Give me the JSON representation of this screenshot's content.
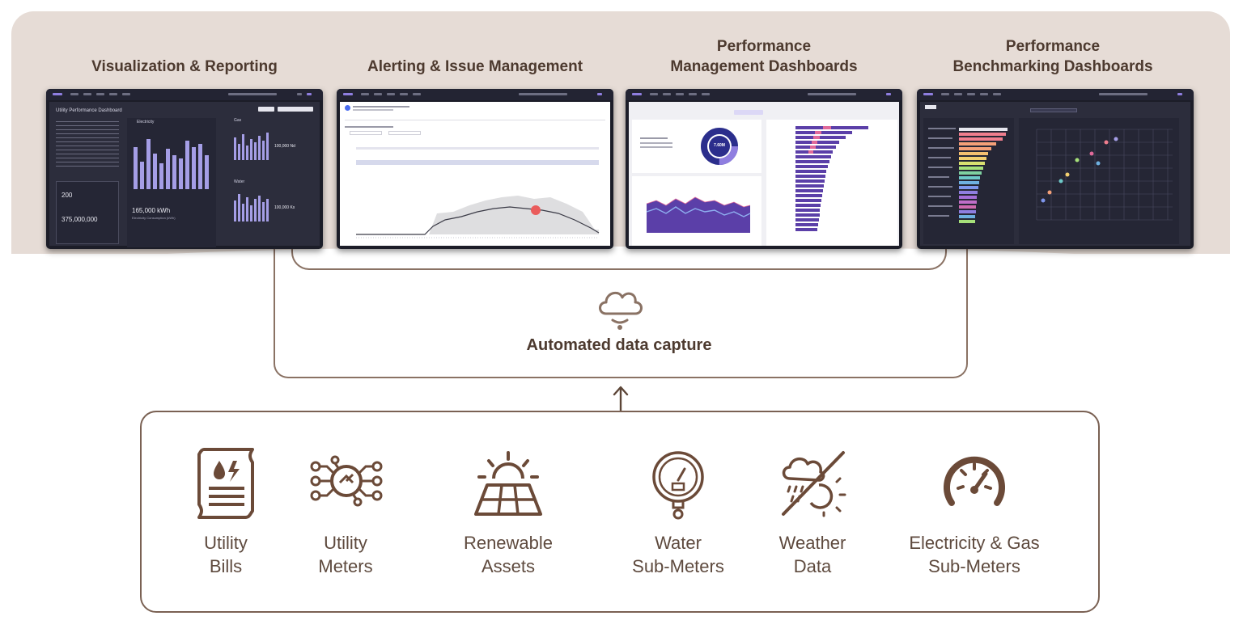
{
  "columns": [
    {
      "title": "Visualization & Reporting"
    },
    {
      "title": "Alerting & Issue Management"
    },
    {
      "title_line1": "Performance",
      "title_line2": "Management Dashboards"
    },
    {
      "title_line1": "Performance",
      "title_line2": "Benchmarking Dashboards"
    }
  ],
  "screens": {
    "reporting": {
      "heading": "Utility Performance Dashboard",
      "kpi1_value": "200",
      "kpi2_value": "375,000,000",
      "electricity_value": "165,000 kWh",
      "electricity_caption": "Electricity Consumption (kWh)",
      "gas_value": "100,000 Nd",
      "water_value": "100,000 Ks",
      "electricity_label": "Electricity",
      "gas_label": "Gas",
      "water_label": "Water"
    },
    "management": {
      "donut_value": "7.60M"
    }
  },
  "capture": {
    "label": "Automated data capture",
    "icon": "cloud-icon"
  },
  "sources": [
    {
      "line1": "Utility",
      "line2": "Bills",
      "icon": "utility-bill-icon"
    },
    {
      "line1": "Utility",
      "line2": "Meters",
      "icon": "meter-network-icon"
    },
    {
      "line1": "Renewable",
      "line2": "Assets",
      "icon": "solar-panel-icon"
    },
    {
      "line1": "Water",
      "line2": "Sub-Meters",
      "icon": "water-gauge-icon"
    },
    {
      "line1": "Weather",
      "line2": "Data",
      "icon": "weather-icon"
    },
    {
      "line1": "Electricity & Gas",
      "line2": "Sub-Meters",
      "icon": "speedometer-icon"
    }
  ],
  "colors": {
    "panel": "#e6dcd6",
    "line": "#8a7264",
    "text": "#4d3a2f",
    "screen": "#1c1d28",
    "accent": "#a59ee6"
  }
}
